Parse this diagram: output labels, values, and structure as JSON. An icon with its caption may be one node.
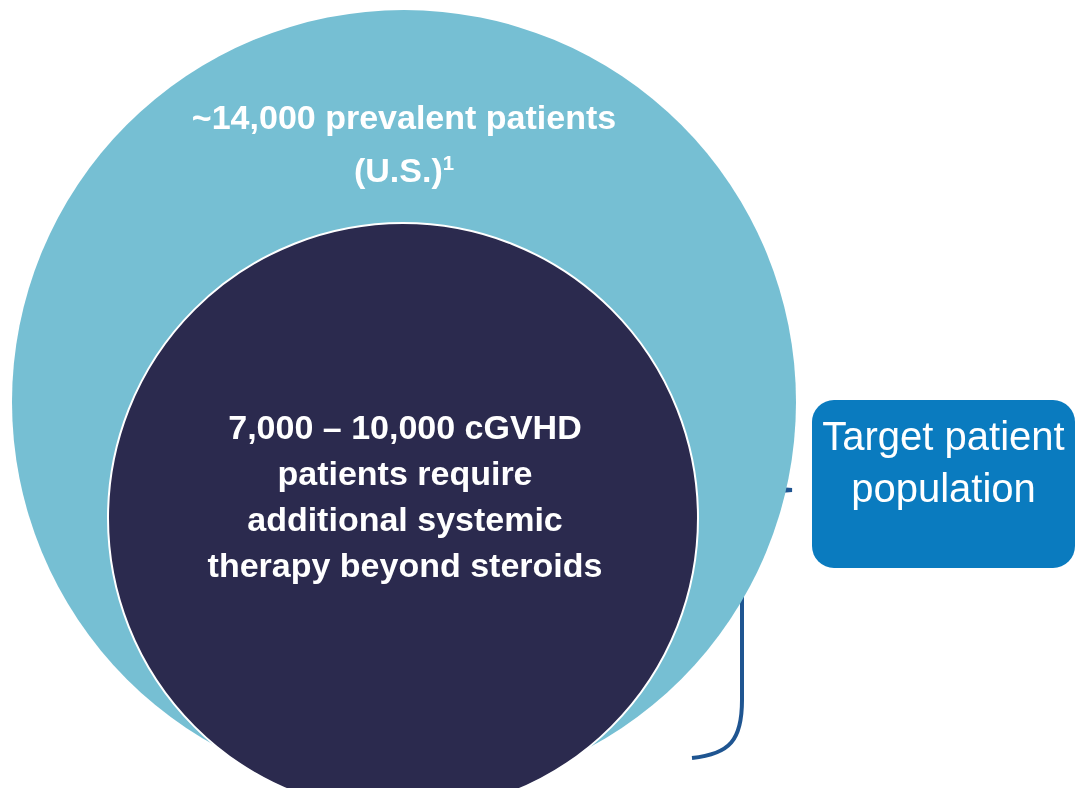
{
  "diagram": {
    "nodes": [
      {
        "text": [
          "~14,000 prevalent patients (U.S.)$^{1}$"
        ]
      },
      {
        "text": [
          "7,000 – 10,000 cGVHD patients require additional systemic therapy beyond steroids"
        ],
        "in": 0
      },
      {
        "text": [
          "Target patient population"
        ]
      }
    ]
  }
}
